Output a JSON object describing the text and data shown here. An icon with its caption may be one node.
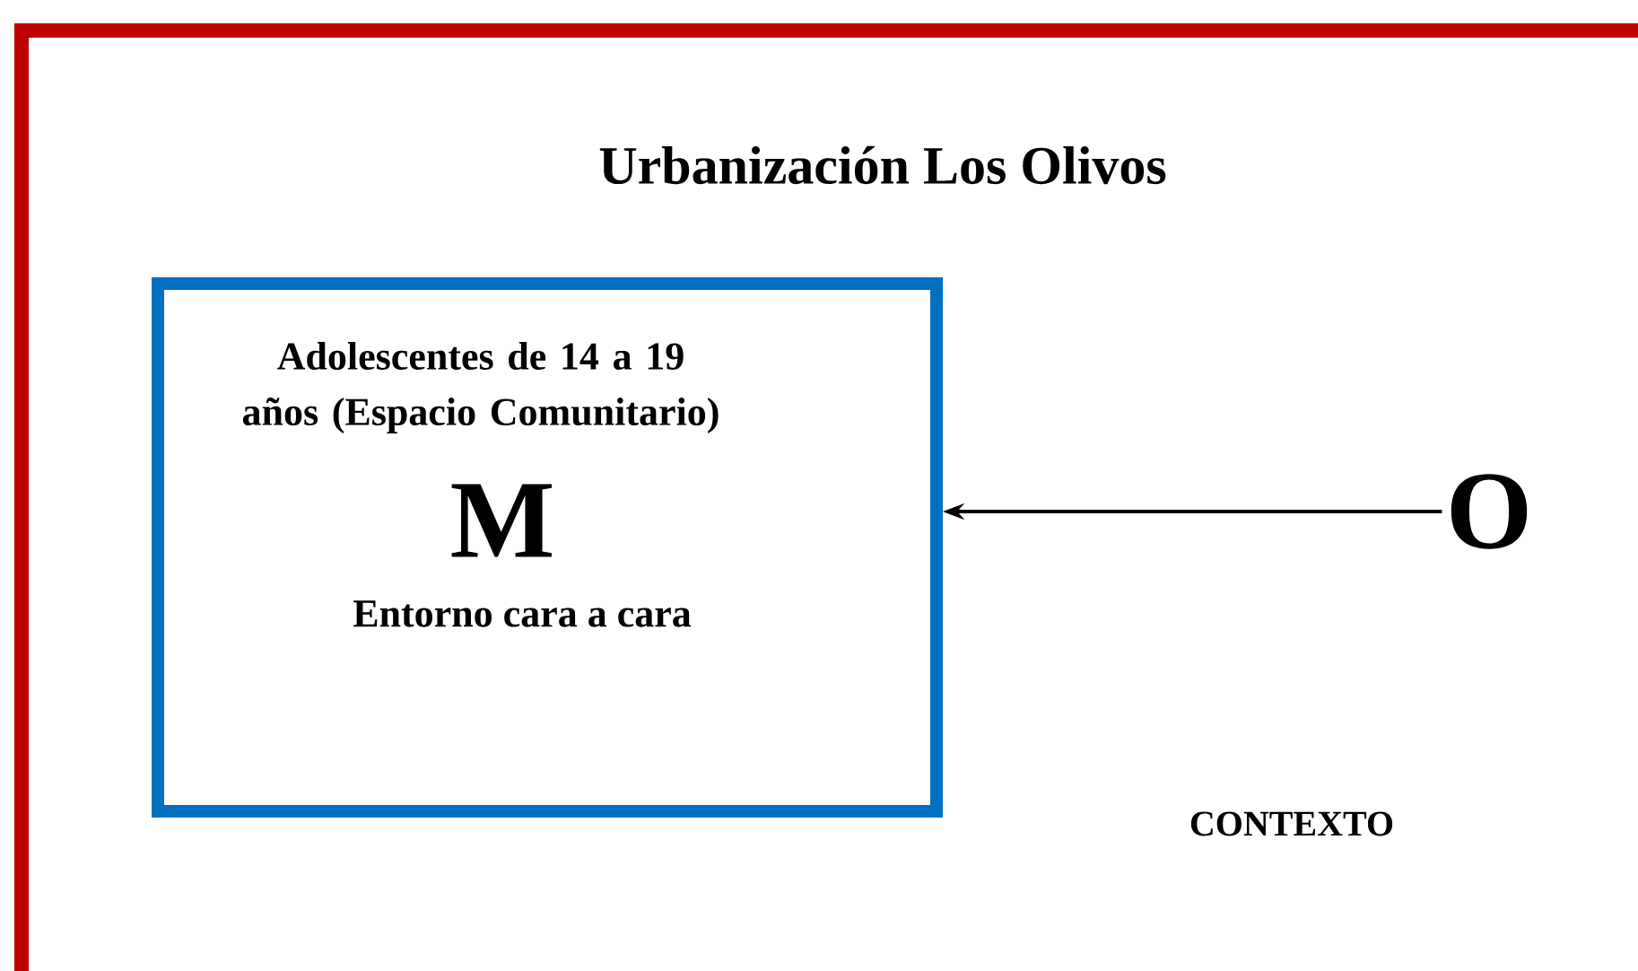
{
  "diagram": {
    "title": "Urbanización Los Olivos",
    "nodes": [
      {
        "text": [
          "Adolescentes de 14 a 19 años (Espacio Comunitario)",
          "M",
          "Entorno cara a cara"
        ]
      },
      {
        "text": [
          "O"
        ]
      }
    ],
    "edges": [
      {
        "from": 1,
        "to": 0,
        "arrow": "to"
      }
    ],
    "labels": [
      "CONTEXTO"
    ]
  }
}
